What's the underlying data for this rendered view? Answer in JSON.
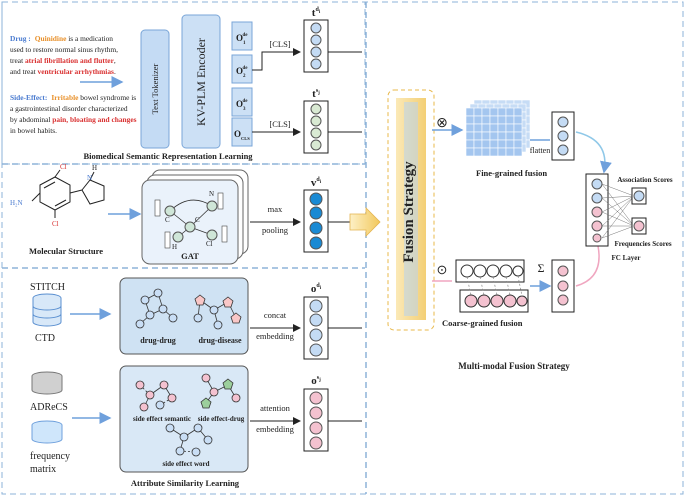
{
  "text_encoder": {
    "drug_label": "Drug :",
    "drug_name": "Quinidine",
    "drug_desc_1": " is a medication",
    "drug_desc_2": "used to restore normal sinus rhythm,",
    "drug_desc_3a": "treat ",
    "drug_desc_3b": "atrial fibrillation and flutter",
    "drug_desc_3c": ",",
    "drug_desc_4a": "and treat ",
    "drug_desc_4b": "ventricular arrhythmias",
    "drug_desc_4c": ".",
    "se_label": "Side-Effect:",
    "se_name": "Irritable",
    "se_desc_1": " bowel syndrome is",
    "se_desc_2": "a gastrointestinal disorder characterized",
    "se_desc_3a": "by abdominal ",
    "se_desc_3b": "pain, bloating and changes",
    "se_desc_4": "in bowel habits.",
    "tokenizer": "Text Tokenizer",
    "encoder": "KV-PLM Encoder",
    "token_sub_1": "1",
    "token_sub_2": "2",
    "token_sub_3": "3",
    "token_sub_4": "CLS",
    "token_sup": "de",
    "cls": "[CLS]",
    "vec_drug_main": "t",
    "vec_drug_sup": "d",
    "vec_drug_sub": "i",
    "vec_se_main": "t",
    "vec_se_sup": "s",
    "vec_se_sub": "j",
    "caption": "Biomedical  Semantic Representation Learning"
  },
  "molecular": {
    "atom_cl_top": "Cl",
    "atom_cl_bottom": "Cl",
    "atom_n": "N",
    "atom_h": "H",
    "atom_h2n": "H₂N",
    "caption": "Molecular Structure",
    "gat": "GAT",
    "edge_label_1": "max",
    "edge_label_2": "pooling",
    "vec_main": "v",
    "vec_sup": "d",
    "vec_sub": "i",
    "node_c": "C",
    "node_n": "N",
    "node_h": "H",
    "node_cl": "Cl"
  },
  "attribute": {
    "stitch": "STITCH",
    "ctd": "CTD",
    "drug_drug": "drug-drug",
    "drug_disease": "drug-disease",
    "concat_1": "concat",
    "concat_2": "embedding",
    "vec_o_drug_main": "o",
    "vec_o_drug_sup": "d",
    "vec_o_drug_sub": "i",
    "adrecs": "ADReCS",
    "freq_1": "frequency",
    "freq_2": "matrix",
    "se_semantic": "side effect semantic",
    "se_drug": "side effect-drug",
    "se_word": "side effect word",
    "attention_1": "attention",
    "attention_2": "embedding",
    "vec_o_se_main": "o",
    "vec_o_se_sup": "s",
    "vec_o_se_sub": "j",
    "caption": "Attribute Similarity  Learning"
  },
  "fusion": {
    "strategy": "Fusion Strategy",
    "otimes": "⊗",
    "odot": "⊙",
    "sum": "Σ",
    "flatten": "flatten",
    "fine": "Fine-grained fusion",
    "coarse": "Coarse-grained fusion",
    "assoc": "Association Scores",
    "freq": "Frequencies Scores",
    "fc": "FC Layer",
    "caption": "Multi-modal Fusion Strategy"
  },
  "colors": {
    "drug_label": "#4a7bd0",
    "highlight_orange": "#e8902a",
    "highlight_red": "#d93030",
    "panel_blue": "#cfe2f3",
    "box_blue": "#b8d4f0",
    "dash_border": "#8db3d9",
    "fusion_yellow": "#f5d88c",
    "fusion_blue": "#a9c8ea",
    "node_blue": "#1a8ad4",
    "node_green": "#d9ead3",
    "node_pink": "#f4c2d0",
    "node_lightblue": "#c9def5",
    "grid_blue": "#a4c6ef"
  }
}
